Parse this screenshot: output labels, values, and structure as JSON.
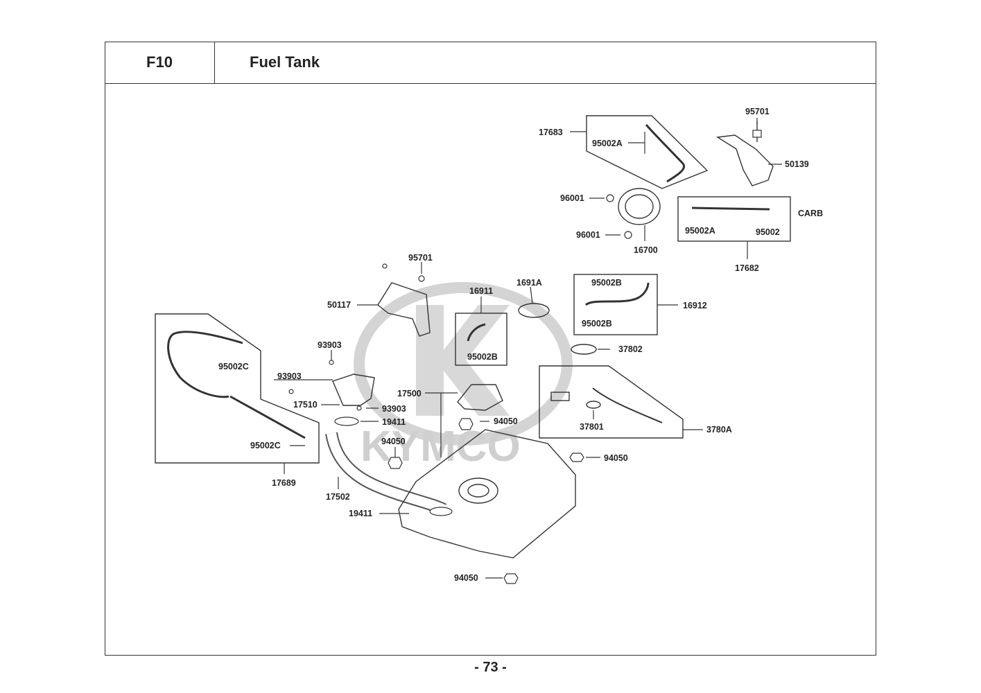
{
  "header": {
    "code": "F10",
    "title": "Fuel Tank"
  },
  "page": {
    "number": "- 73 -"
  },
  "watermark": {
    "text": "KYMCO",
    "color": "#d0d0d0"
  },
  "parts": {
    "p17683": "17683",
    "p95002A_top": "95002A",
    "p95701_top": "95701",
    "p50139": "50139",
    "p96001_a": "96001",
    "p96001_b": "96001",
    "p16700": "16700",
    "p95002A_carb": "95002A",
    "p95002_carb": "95002",
    "carb": "CARB",
    "p17682": "17682",
    "p95701_mid": "95701",
    "p50117": "50117",
    "p16911": "16911",
    "p1691A": "1691A",
    "p95002B_a": "95002B",
    "p95002B_b": "95002B",
    "p16912": "16912",
    "p95002B_c": "95002B",
    "p37802": "37802",
    "p93903_a": "93903",
    "p95002C_a": "95002C",
    "p93903_b": "93903",
    "p17510": "17510",
    "p93903_c": "93903",
    "p17500": "17500",
    "p19411_a": "19411",
    "p94050_a": "94050",
    "p37801": "37801",
    "p3780A": "3780A",
    "p95002C_b": "95002C",
    "p94050_b": "94050",
    "p94050_c": "94050",
    "p17689": "17689",
    "p17502": "17502",
    "p19411_b": "19411",
    "p94050_d": "94050"
  }
}
